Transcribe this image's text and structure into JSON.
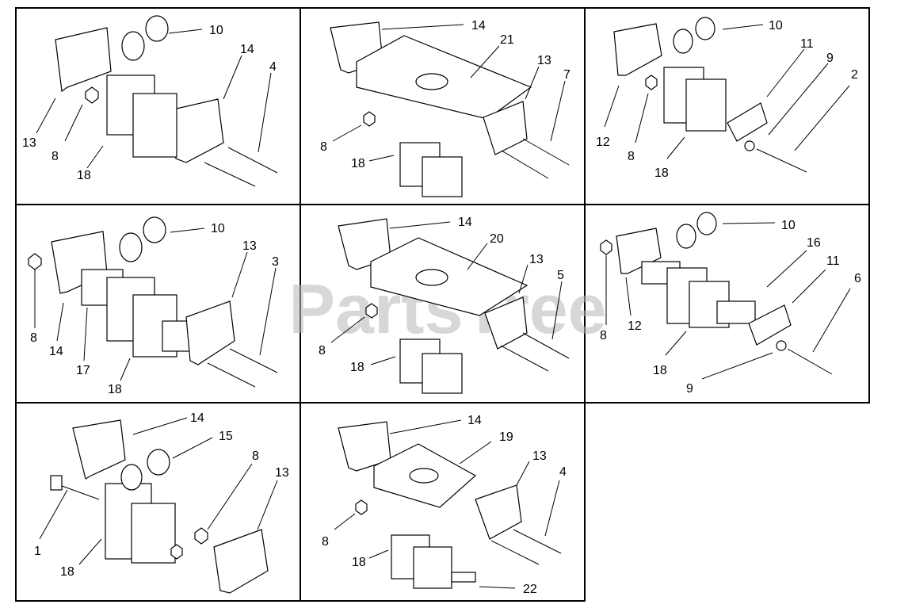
{
  "watermark": "PartsTree",
  "panels": [
    {
      "id": "p1",
      "callouts": [
        "10",
        "14",
        "4",
        "13",
        "8",
        "18"
      ]
    },
    {
      "id": "p2",
      "callouts": [
        "14",
        "21",
        "13",
        "7",
        "8",
        "18"
      ]
    },
    {
      "id": "p3",
      "callouts": [
        "10",
        "11",
        "9",
        "2",
        "12",
        "8",
        "18"
      ]
    },
    {
      "id": "p4",
      "callouts": [
        "10",
        "13",
        "3",
        "8",
        "14",
        "17",
        "18"
      ]
    },
    {
      "id": "p5",
      "callouts": [
        "14",
        "20",
        "13",
        "5",
        "8",
        "18"
      ]
    },
    {
      "id": "p6",
      "callouts": [
        "10",
        "16",
        "11",
        "6",
        "8",
        "12",
        "18",
        "9"
      ]
    },
    {
      "id": "p7",
      "callouts": [
        "14",
        "15",
        "8",
        "13",
        "1",
        "18"
      ]
    },
    {
      "id": "p8",
      "callouts": [
        "14",
        "19",
        "13",
        "4",
        "8",
        "18",
        "22"
      ]
    }
  ]
}
